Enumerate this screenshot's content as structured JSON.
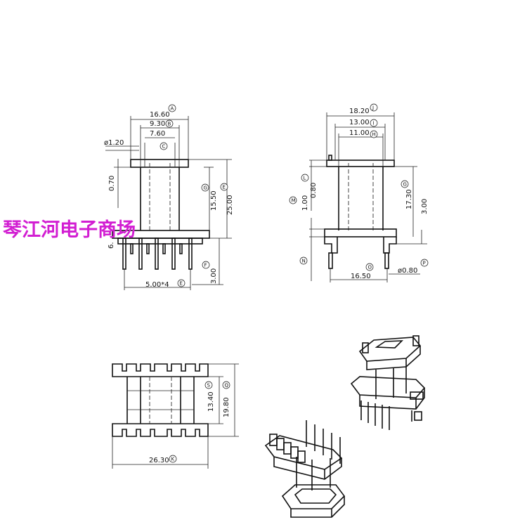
{
  "watermark": "琴江河电子商场",
  "view_front": {
    "dims": {
      "d1": "16.60",
      "d2": "9.30",
      "d3": "7.60",
      "d4": "ø1.20",
      "d5": "0.70",
      "d6": "15.50",
      "d7": "25.00",
      "d8": "6.",
      "d9": "3.00",
      "d10": "5.00*4"
    },
    "tags": {
      "t1": "A",
      "t2": "B",
      "t3": "C",
      "t4": "G",
      "t5": "E",
      "t6": "F",
      "t7": "E"
    }
  },
  "view_side": {
    "dims": {
      "d1": "18.20",
      "d2": "13.00",
      "d3": "11.00",
      "d4": "0.80",
      "d5": "1.00",
      "d6": "17.30",
      "d7": "3.00",
      "d8": "16.50",
      "d9": "ø0.80"
    },
    "tags": {
      "t1": "J",
      "t2": "I",
      "t3": "H",
      "t4": "L",
      "t5": "M",
      "t6": "G",
      "t7": "N",
      "t8": "O",
      "t9": "P"
    }
  },
  "view_top": {
    "dims": {
      "d1": "13.40",
      "d2": "19.80",
      "d3": "26.30"
    },
    "tags": {
      "t1": "S",
      "t2": "Q",
      "t3": "K"
    }
  }
}
